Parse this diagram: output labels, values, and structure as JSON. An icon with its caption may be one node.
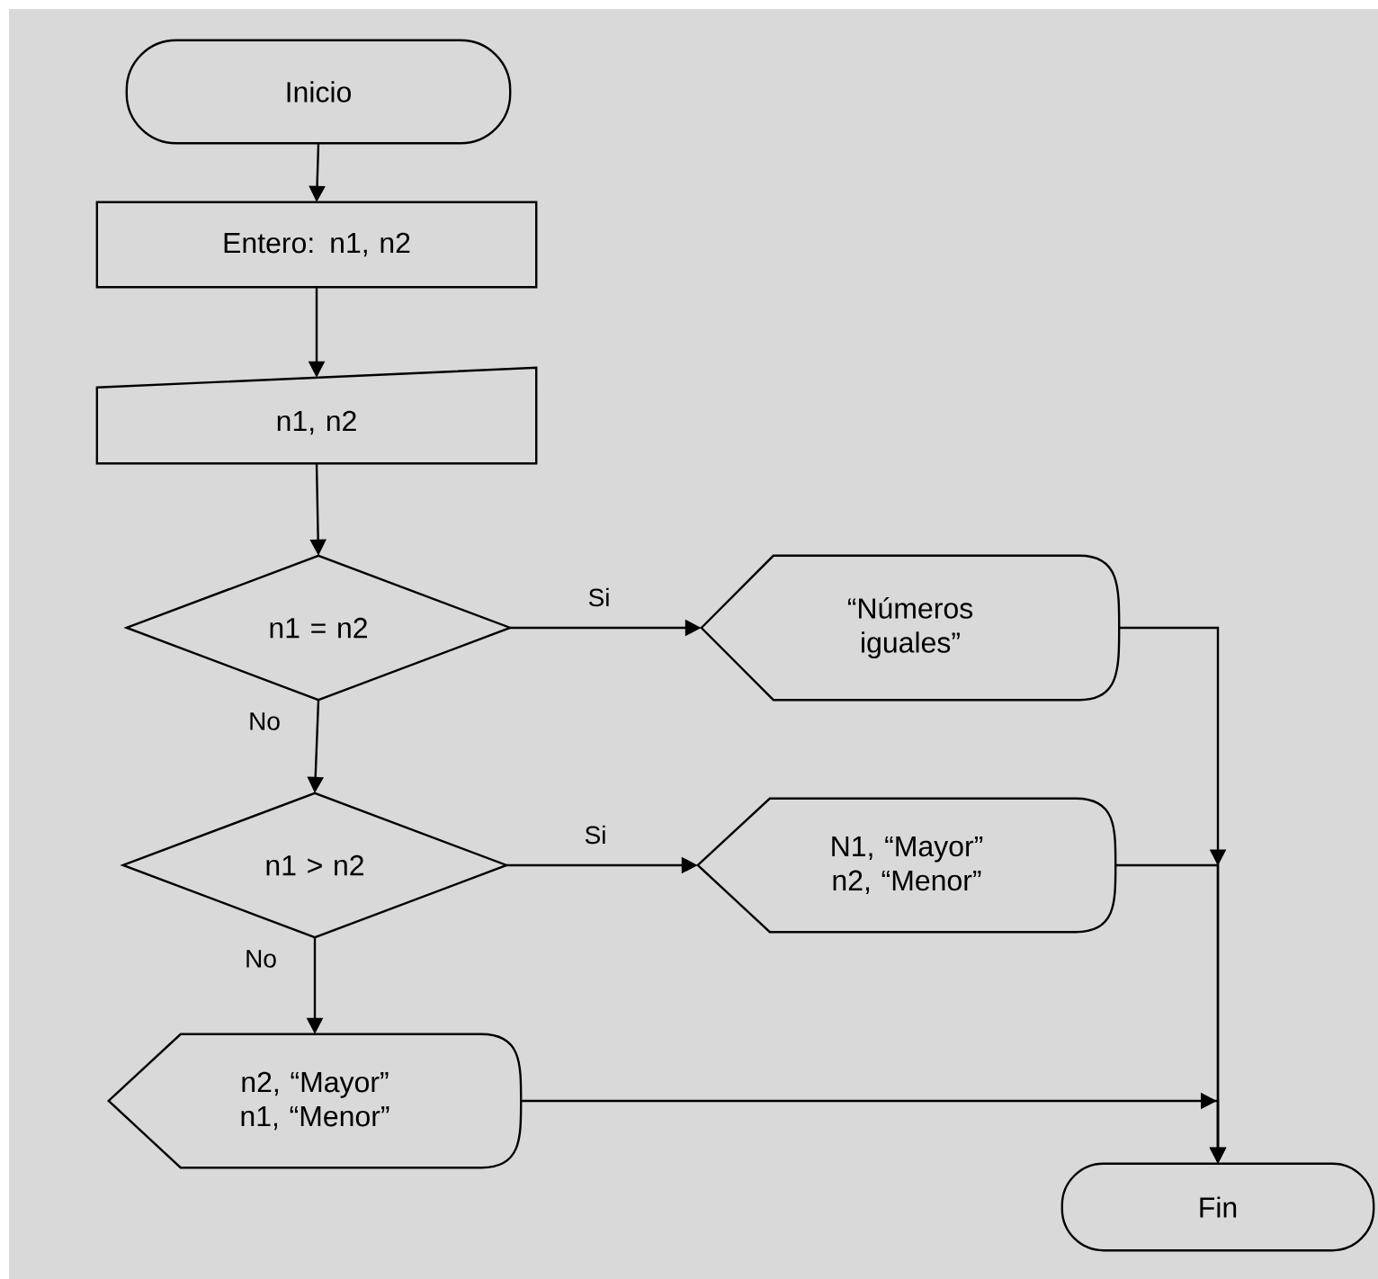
{
  "diagram": {
    "nodes": [
      {
        "text": [
          "Inicio"
        ]
      },
      {
        "text": [
          "Entero: n1, n2"
        ]
      },
      {
        "text": [
          "n1, n2"
        ]
      },
      {
        "text": [
          "n1 = n2"
        ]
      },
      {
        "text": [
          "“Números iguales”"
        ]
      },
      {
        "text": [
          "n1 > n2"
        ]
      },
      {
        "text": [
          "N1, “Mayor” n2, “Menor”"
        ]
      },
      {
        "text": [
          "n2, “Mayor” n1, “Menor”"
        ]
      },
      {
        "text": [
          "Fin"
        ]
      }
    ],
    "edges": [
      {
        "from": 0,
        "to": 1,
        "arrow": "to"
      },
      {
        "from": 1,
        "to": 2,
        "arrow": "to"
      },
      {
        "from": 2,
        "to": 3,
        "arrow": "to"
      },
      {
        "from": 3,
        "to": 4,
        "arrow": "to",
        "label": "Si"
      },
      {
        "from": 3,
        "to": 5,
        "arrow": "to",
        "label": "No"
      },
      {
        "from": 5,
        "to": 6,
        "arrow": "to",
        "label": "Si"
      },
      {
        "from": 5,
        "to": 7,
        "arrow": "to",
        "label": "No"
      },
      {
        "from": 4,
        "to": 8,
        "arrow": "to"
      },
      {
        "from": 6,
        "to": 8,
        "arrow": "to"
      },
      {
        "from": 7,
        "to": 8,
        "arrow": "to"
      }
    ]
  }
}
